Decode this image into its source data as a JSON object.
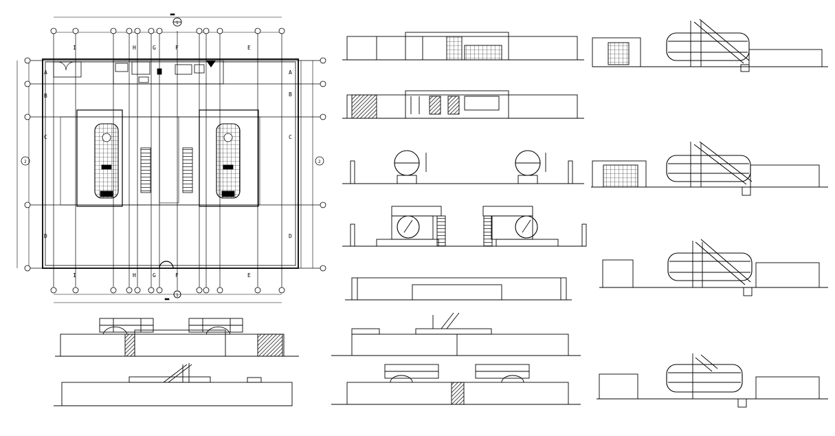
{
  "drawing": {
    "plan": {
      "grid_letters_top": [
        "I",
        "H",
        "G",
        "F",
        "E"
      ],
      "grid_letters_bottom": [
        "I",
        "H",
        "G",
        "F",
        "E"
      ],
      "grid_letters_left": [
        "A",
        "B",
        "C",
        "D"
      ],
      "grid_letters_right": [
        "A",
        "B",
        "C",
        "D"
      ],
      "axis_bubble_top": "1",
      "axis_bubble_bottom": "1",
      "axis_bubble_left": "2",
      "axis_bubble_right": "2"
    },
    "colors": {
      "line": "#000000",
      "background": "#ffffff",
      "hatch": "#000000"
    }
  }
}
